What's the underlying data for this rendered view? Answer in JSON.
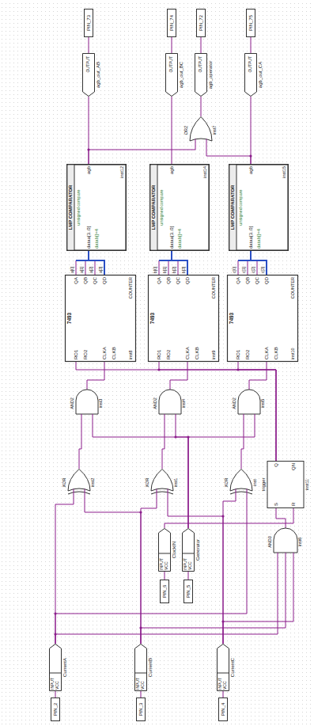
{
  "diagram": {
    "nodes": [
      {
        "text": [
          "PIN_2"
        ]
      },
      {
        "text": [
          "CurrentA",
          "INPUT VCC"
        ]
      },
      {
        "text": [
          "PIN_3"
        ]
      },
      {
        "text": [
          "CurrentB",
          "INPUT VCC"
        ]
      },
      {
        "text": [
          "PIN_4"
        ]
      },
      {
        "text": [
          "CurrentC",
          "INPUT VCC"
        ]
      },
      {
        "text": [
          "PIN_6"
        ]
      },
      {
        "text": [
          "ClockIN",
          "INPUT VCC"
        ]
      },
      {
        "text": [
          "PIN_5"
        ]
      },
      {
        "text": [
          "Generator",
          "INPUT VCC"
        ]
      },
      {
        "text": [
          "AND3",
          "inst6"
        ]
      },
      {
        "text": [
          "trigger",
          "S",
          "R",
          "Q",
          "QN",
          "inst11"
        ]
      },
      {
        "text": [
          "XOR",
          "inst2"
        ]
      },
      {
        "text": [
          "XOR",
          "inst1"
        ]
      },
      {
        "text": [
          "XOR",
          "inst"
        ]
      },
      {
        "text": [
          "AND2",
          "inst3"
        ]
      },
      {
        "text": [
          "AND2",
          "inst4"
        ]
      },
      {
        "text": [
          "AND2",
          "inst5"
        ]
      },
      {
        "text": [
          "7493",
          "RO1",
          "RO2",
          "CLKA",
          "CLKB",
          "QA",
          "QB",
          "QC",
          "QD",
          "COUNTER",
          "inst8"
        ]
      },
      {
        "text": [
          "7493",
          "RO1",
          "RO2",
          "CLKA",
          "CLKB",
          "QA",
          "QB",
          "QC",
          "QD",
          "COUNTER",
          "inst9"
        ]
      },
      {
        "text": [
          "7493",
          "RO1",
          "RO2",
          "CLKA",
          "CLKB",
          "QA",
          "QB",
          "QC",
          "QD",
          "COUNTER",
          "inst10"
        ]
      },
      {
        "text": [
          "LMP COMPARATOR",
          "unsigned compare",
          "dataa[3..0]",
          "datab[]=4",
          "agb",
          "inst12"
        ]
      },
      {
        "text": [
          "LMP COMPARATOR",
          "unsigned compare",
          "dataa[3..0]",
          "datab[]=4",
          "agb",
          "inst14"
        ]
      },
      {
        "text": [
          "LMP COMPARATOR",
          "unsigned compare",
          "dataa[3..0]",
          "datab[]=4",
          "agb",
          "inst15"
        ]
      },
      {
        "text": [
          "OR2",
          "inst7"
        ]
      },
      {
        "text": [
          "agb_out_AB",
          "OUTPUT"
        ]
      },
      {
        "text": [
          "PIN_73"
        ]
      },
      {
        "text": [
          "agb_out_BC",
          "OUTPUT"
        ]
      },
      {
        "text": [
          "PIN_74"
        ]
      },
      {
        "text": [
          "agb_operator",
          "OUTPUT"
        ]
      },
      {
        "text": [
          "PIN_72"
        ]
      },
      {
        "text": [
          "agb_out_CA",
          "OUTPUT"
        ]
      },
      {
        "text": [
          "PIN_75"
        ]
      }
    ],
    "edges": [
      {
        "from": 0,
        "to": 1,
        "arrow": "none"
      },
      {
        "from": 2,
        "to": 3,
        "arrow": "none"
      },
      {
        "from": 4,
        "to": 5,
        "arrow": "none"
      },
      {
        "from": 6,
        "to": 7,
        "arrow": "none"
      },
      {
        "from": 8,
        "to": 9,
        "arrow": "none"
      },
      {
        "from": 1,
        "to": 12,
        "arrow": "none"
      },
      {
        "from": 3,
        "to": 12,
        "arrow": "none"
      },
      {
        "from": 3,
        "to": 13,
        "arrow": "none"
      },
      {
        "from": 5,
        "to": 13,
        "arrow": "none"
      },
      {
        "from": 5,
        "to": 14,
        "arrow": "none"
      },
      {
        "from": 1,
        "to": 14,
        "arrow": "none"
      },
      {
        "from": 1,
        "to": 10,
        "arrow": "none"
      },
      {
        "from": 3,
        "to": 10,
        "arrow": "none"
      },
      {
        "from": 5,
        "to": 10,
        "arrow": "none"
      },
      {
        "from": 10,
        "to": 11,
        "arrow": "none"
      },
      {
        "from": 7,
        "to": 11,
        "arrow": "none"
      },
      {
        "from": 12,
        "to": 15,
        "arrow": "none"
      },
      {
        "from": 13,
        "to": 16,
        "arrow": "none"
      },
      {
        "from": 14,
        "to": 17,
        "arrow": "none"
      },
      {
        "from": 9,
        "to": 15,
        "arrow": "none"
      },
      {
        "from": 9,
        "to": 16,
        "arrow": "none"
      },
      {
        "from": 9,
        "to": 17,
        "arrow": "none"
      },
      {
        "from": 15,
        "to": 18,
        "arrow": "none"
      },
      {
        "from": 16,
        "to": 19,
        "arrow": "none"
      },
      {
        "from": 17,
        "to": 20,
        "arrow": "none"
      },
      {
        "from": 11,
        "to": 18,
        "arrow": "none"
      },
      {
        "from": 11,
        "to": 19,
        "arrow": "none"
      },
      {
        "from": 11,
        "to": 20,
        "arrow": "none"
      },
      {
        "from": 18,
        "to": 21,
        "arrow": "none"
      },
      {
        "from": 19,
        "to": 22,
        "arrow": "none"
      },
      {
        "from": 20,
        "to": 23,
        "arrow": "none"
      },
      {
        "from": 21,
        "to": 25,
        "arrow": "none"
      },
      {
        "from": 22,
        "to": 27,
        "arrow": "none"
      },
      {
        "from": 23,
        "to": 31,
        "arrow": "none"
      },
      {
        "from": 21,
        "to": 24,
        "arrow": "none"
      },
      {
        "from": 23,
        "to": 24,
        "arrow": "none"
      },
      {
        "from": 24,
        "to": 29,
        "arrow": "none"
      },
      {
        "from": 25,
        "to": 26,
        "arrow": "none"
      },
      {
        "from": 27,
        "to": 28,
        "arrow": "none"
      },
      {
        "from": 29,
        "to": 30,
        "arrow": "none"
      },
      {
        "from": 31,
        "to": 32,
        "arrow": "none"
      }
    ],
    "labels": [
      "a[0]",
      "a[1]",
      "a[2]",
      "a[3]",
      "b[0]",
      "b[1]",
      "b[2]",
      "b[3]",
      "c[0]",
      "c[1]",
      "c[2]",
      "c[3]"
    ]
  }
}
